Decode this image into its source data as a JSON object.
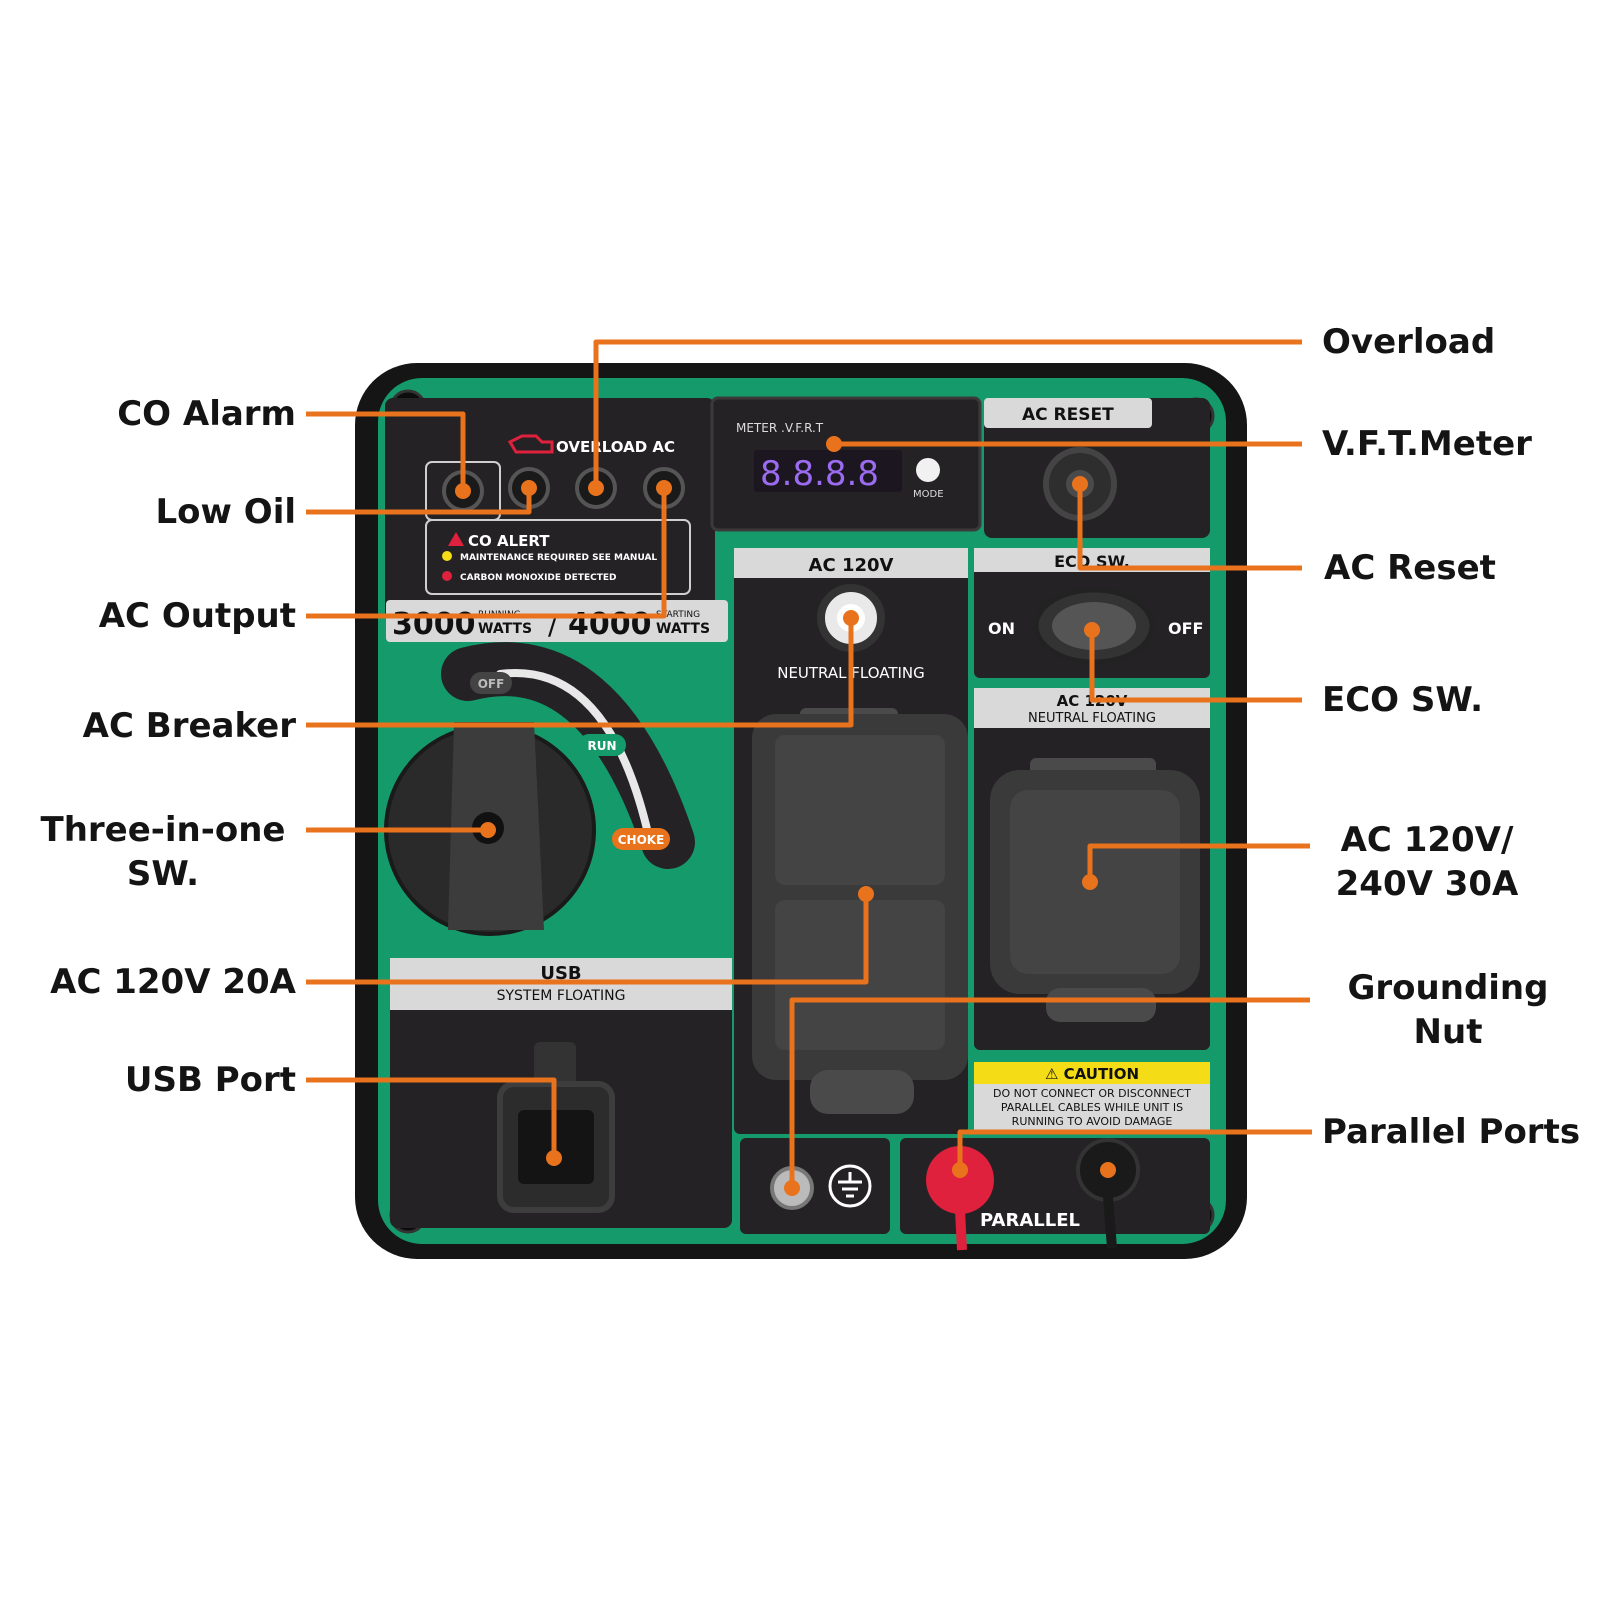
{
  "colors": {
    "leader": "#e8731c",
    "panel_green": "#159a6c",
    "panel_dark": "#252225",
    "frame": "#151515",
    "label_bar": "#d9d9d9",
    "caution_yellow": "#f4dc16",
    "meter_digits": "#9b6cf0",
    "parallel_red": "#e0213d"
  },
  "callouts": {
    "co_alarm": "CO Alarm",
    "low_oil": "Low Oil",
    "ac_output": "AC Output",
    "ac_breaker": "AC Breaker",
    "three_in_one_line1": "Three-in-one",
    "three_in_one_line2": "SW.",
    "ac_120v_20a": "AC 120V 20A",
    "usb_port": "USB Port",
    "overload": "Overload",
    "vft_meter": "V.F.T.Meter",
    "ac_reset": "AC Reset",
    "eco_sw": "ECO SW.",
    "ac_120_240_line1": "AC 120V/",
    "ac_120_240_line2": "240V 30A",
    "grounding_line1": "Grounding",
    "grounding_line2": "Nut",
    "parallel_ports": "Parallel Ports"
  },
  "panel": {
    "overload_ac": "OVERLOAD  AC",
    "co_alert": "CO ALERT",
    "maintenance": "MAINTENANCE REQUIRED SEE MANUAL",
    "carbon": "CARBON MONOXIDE DETECTED",
    "running_watts": "3000",
    "running_label": "RUNNING",
    "watts": "WATTS",
    "slash": "/",
    "starting_watts": "4000",
    "starting_label": "STARTING",
    "meter_title": "METER .V.F.R.T",
    "meter_digits": "8.8.8.8",
    "mode": "MODE",
    "ac_reset": "AC RESET",
    "ac_120v": "AC 120V",
    "neutral_floating": "NEUTRAL FLOATING",
    "eco_sw": "ECO SW.",
    "on": "ON",
    "off": "OFF",
    "ac_120_240": "AC 120V",
    "off_dial": "OFF",
    "run": "RUN",
    "choke": "CHOKE",
    "usb": "USB",
    "system_floating": "SYSTEM FLOATING",
    "caution": "⚠ CAUTION",
    "caution_l1": "DO NOT CONNECT OR DISCONNECT",
    "caution_l2": "PARALLEL CABLES WHILE UNIT IS",
    "caution_l3": "RUNNING TO AVOID DAMAGE",
    "parallel": "PARALLEL"
  }
}
